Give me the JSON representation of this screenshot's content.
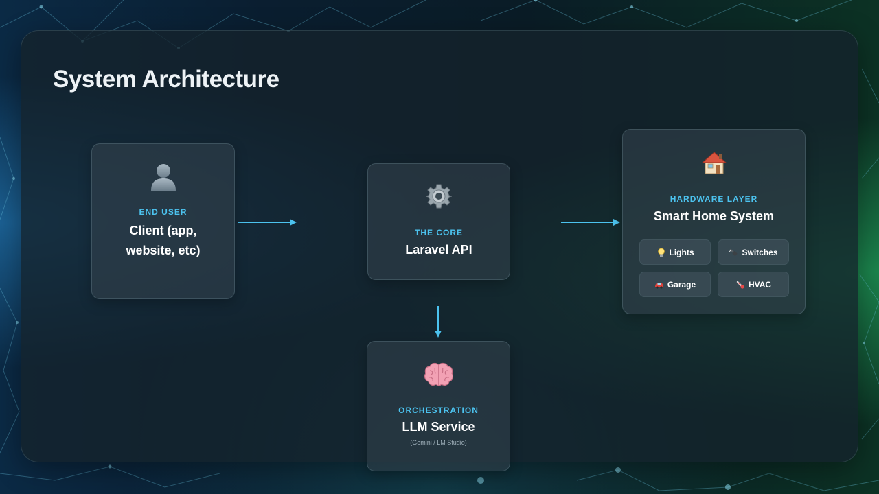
{
  "title": "System Architecture",
  "colors": {
    "accent": "#4cc3ef",
    "panel": "#14222c",
    "card": "#34444e"
  },
  "nodes": {
    "client": {
      "icon": "user-icon",
      "kicker": "END USER",
      "name": "Client (app, website, etc)"
    },
    "core": {
      "icon": "gear-icon",
      "kicker": "THE CORE",
      "name": "Laravel API"
    },
    "llm": {
      "icon": "brain-icon",
      "kicker": "ORCHESTRATION",
      "name": "LLM Service",
      "sub": "(Gemini / LM Studio)"
    },
    "hardware": {
      "icon": "house-icon",
      "kicker": "HARDWARE LAYER",
      "name": "Smart Home System",
      "devices": [
        {
          "icon": "lightbulb-icon",
          "label": "Lights"
        },
        {
          "icon": "plug-icon",
          "label": "Switches"
        },
        {
          "icon": "car-icon",
          "label": "Garage"
        },
        {
          "icon": "thermometer-icon",
          "label": "HVAC"
        }
      ]
    }
  },
  "edges": [
    {
      "from": "client",
      "to": "core"
    },
    {
      "from": "core",
      "to": "hardware"
    },
    {
      "from": "core",
      "to": "llm"
    }
  ]
}
